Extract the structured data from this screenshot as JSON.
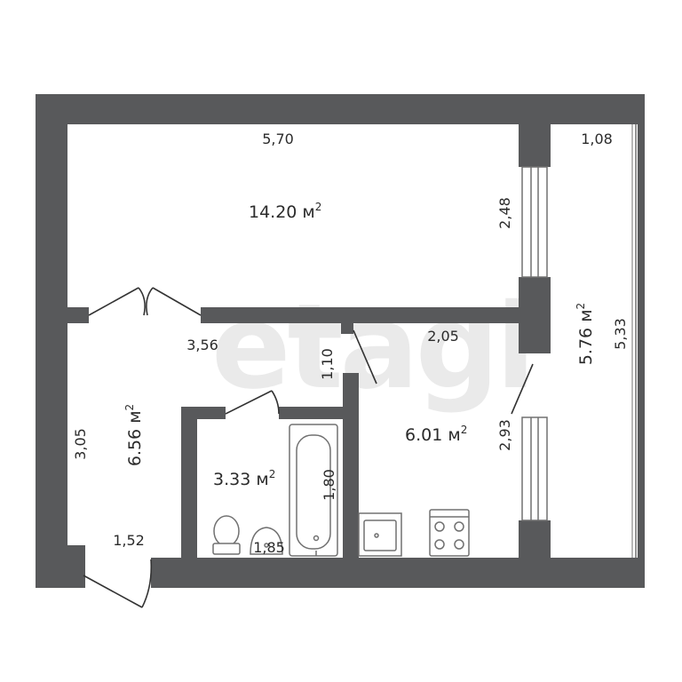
{
  "watermark": "etagi",
  "rooms": {
    "living_room": {
      "area": "14.20 м",
      "area_sup": "2",
      "width": "5,70",
      "depth": "2,48"
    },
    "balcony": {
      "area": "5.76 м",
      "area_sup": "2",
      "width": "1,08",
      "length": "5,33"
    },
    "hallway": {
      "area": "6.56 м",
      "area_sup": "2",
      "length": "3,05",
      "width_top": "3,56",
      "width_bottom": "1,52"
    },
    "kitchen": {
      "area": "6.01 м",
      "area_sup": "2",
      "width": "2,05",
      "depth": "2,93",
      "door": "1,10"
    },
    "bathroom": {
      "area": "3.33 м",
      "area_sup": "2",
      "width": "1,85",
      "depth": "1,80"
    }
  },
  "colors": {
    "wall": "#58595b",
    "fixture_stroke": "#707070",
    "text": "#2b2b2b",
    "watermark": "#d9d9d9"
  },
  "fixtures": [
    "toilet-icon",
    "sink-icon",
    "bathtub-icon",
    "kitchen-sink-icon",
    "stove-icon"
  ]
}
